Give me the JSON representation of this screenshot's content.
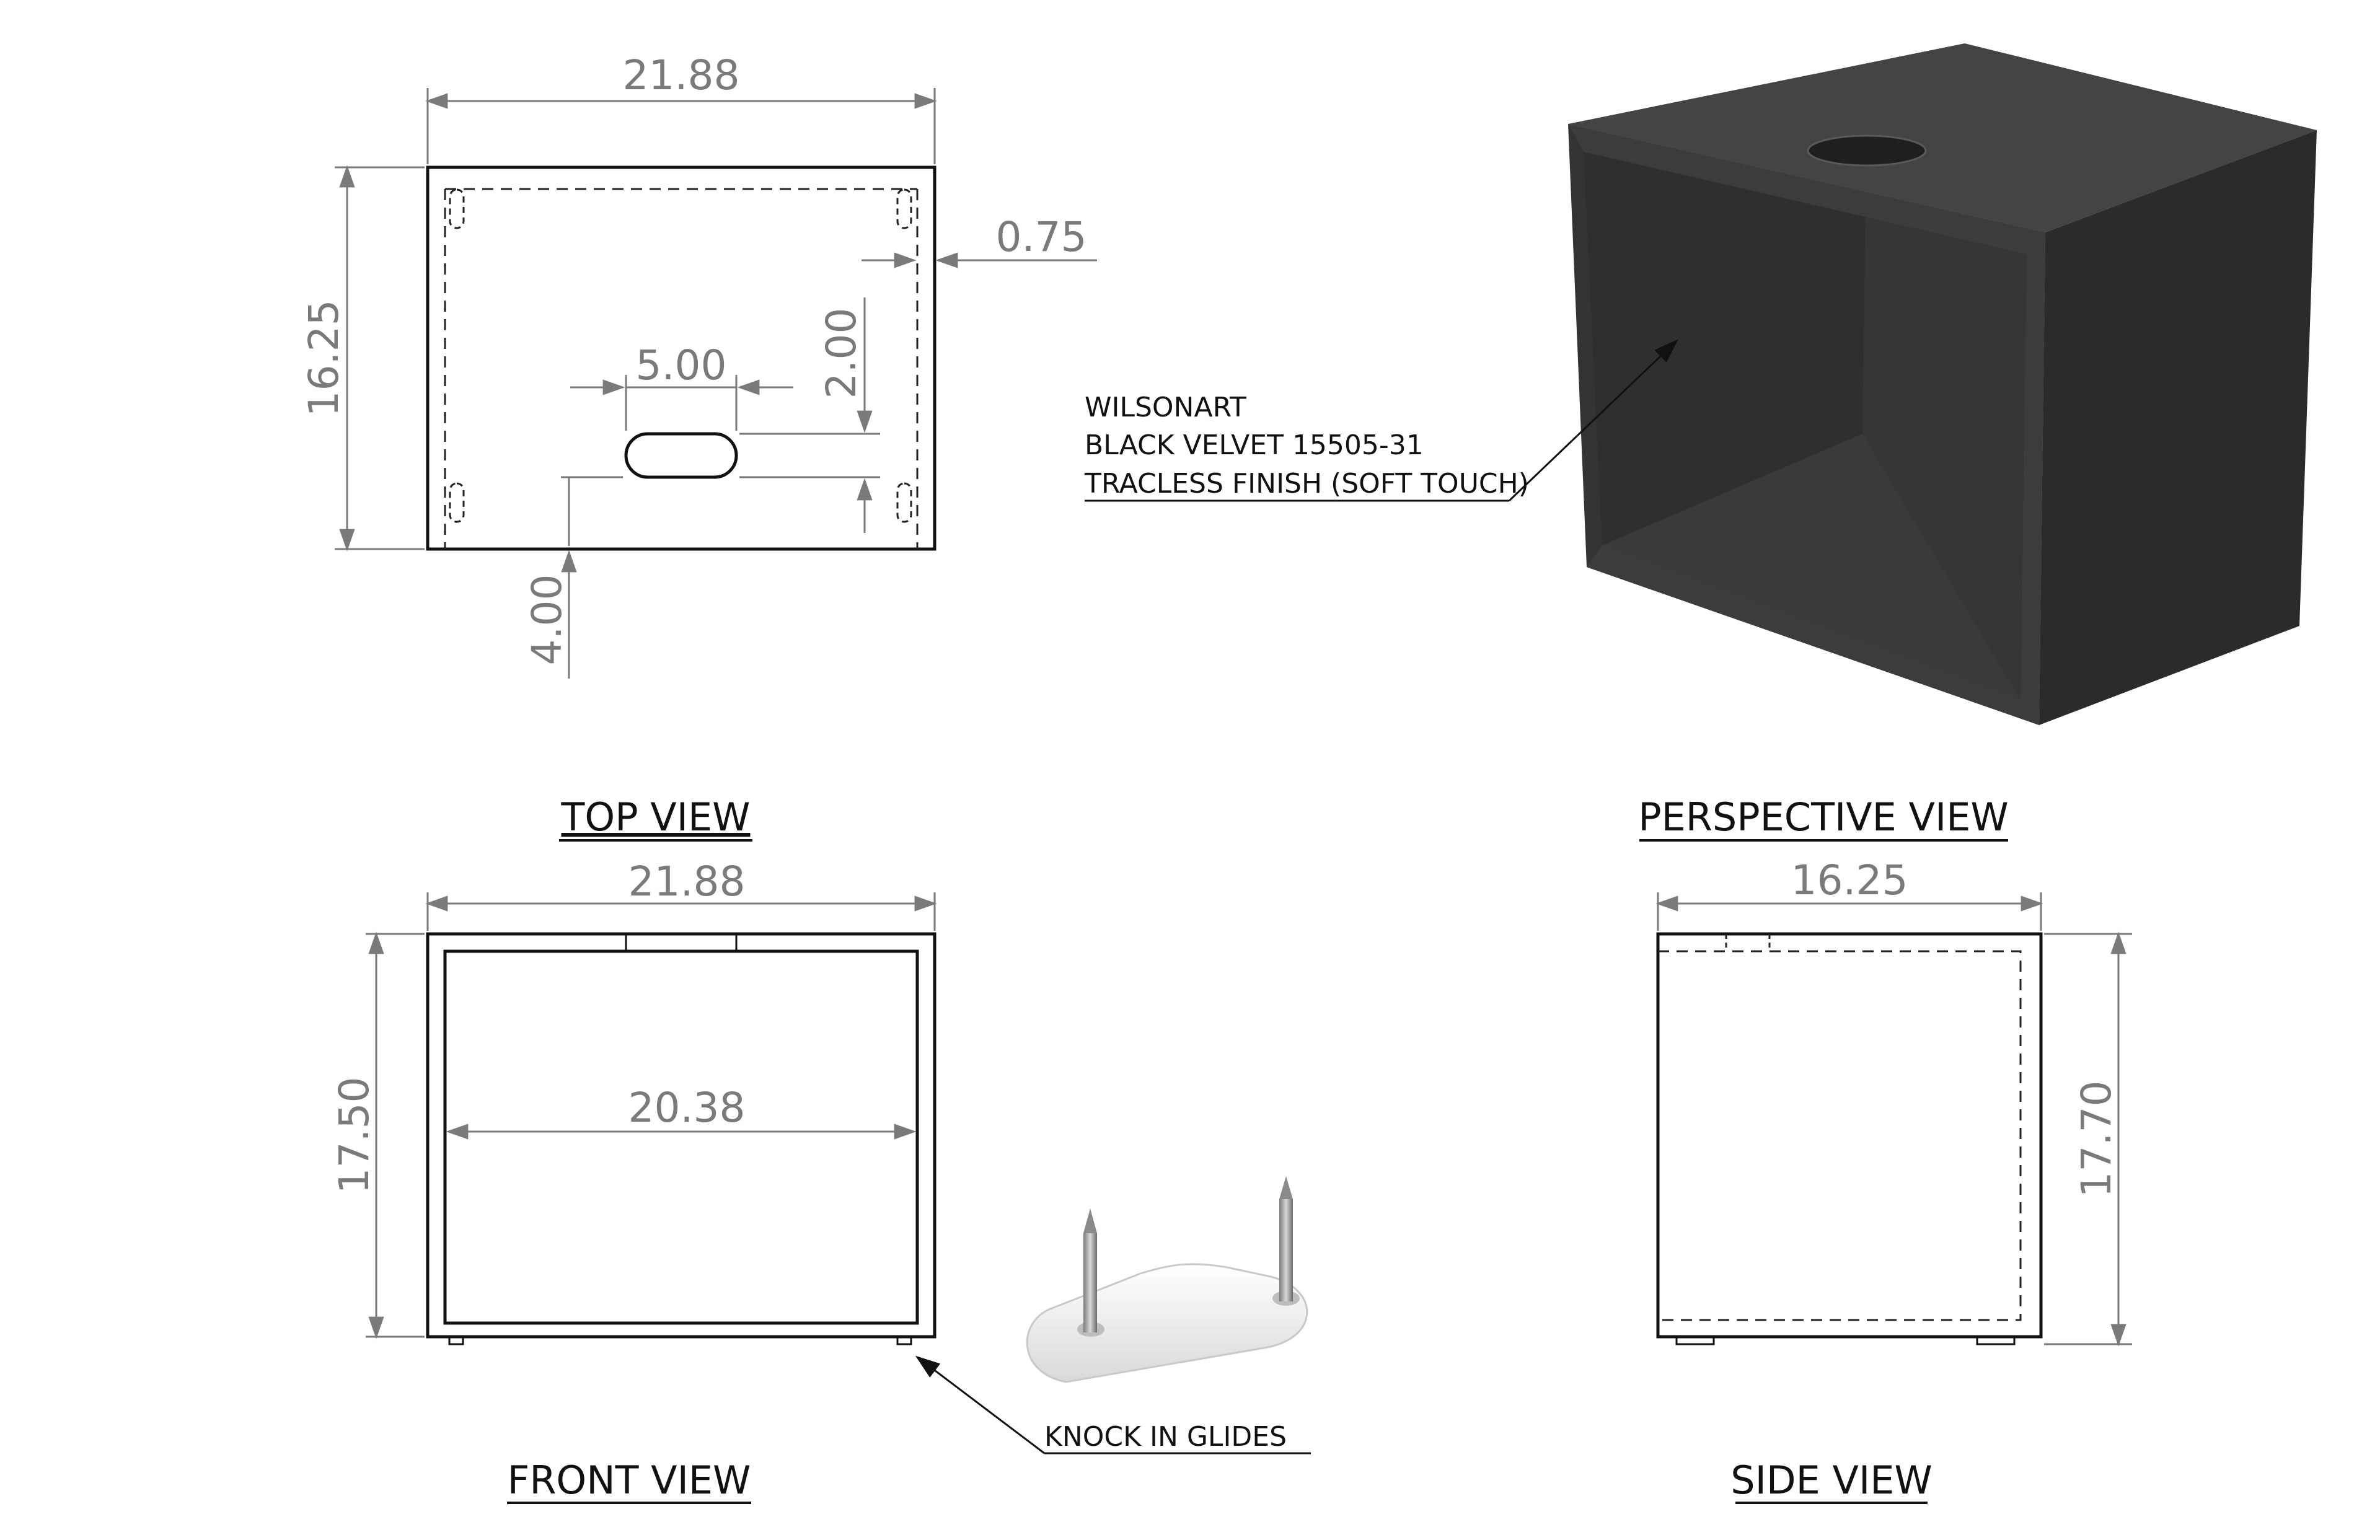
{
  "views": {
    "top": {
      "title": "TOP VIEW",
      "dims": {
        "width": "21.88",
        "depth": "16.25",
        "edge_offset": "0.75",
        "slot_length": "5.00",
        "slot_height": "2.00",
        "slot_from_front": "4.00"
      }
    },
    "perspective": {
      "title": "PERSPECTIVE VIEW",
      "material_note": [
        "WILSONART",
        "BLACK VELVET 15505-31",
        "TRACLESS FINISH (SOFT TOUCH)"
      ],
      "colors": {
        "top_face": "#444444",
        "front_face": "#333333",
        "side_face": "#2b2b2b",
        "interior": "#2f2f2f"
      }
    },
    "front": {
      "title": "FRONT VIEW",
      "dims": {
        "width": "21.88",
        "height": "17.50",
        "inner_width": "20.38"
      }
    },
    "side": {
      "title": "SIDE VIEW",
      "dims": {
        "depth": "16.25",
        "height": "17.70"
      }
    },
    "glides": {
      "label": "KNOCK IN GLIDES"
    }
  },
  "colors": {
    "dimension": "#7a7a7a",
    "outline": "#111111"
  }
}
